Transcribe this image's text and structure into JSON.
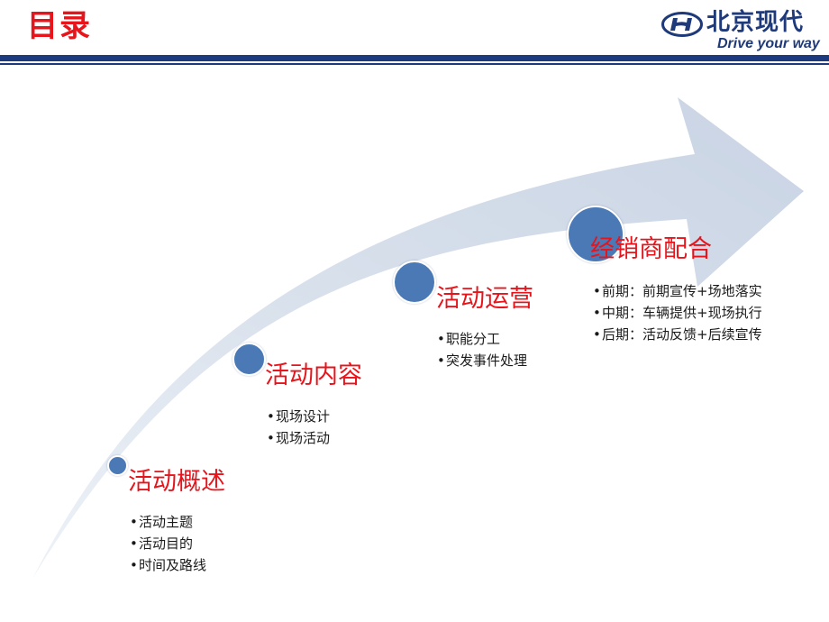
{
  "header": {
    "title": "目录",
    "logo_brand": "北京现代",
    "logo_slogan": "Drive your way"
  },
  "colors": {
    "accent_red": "#e8141b",
    "brand_navy": "#1c3a7d",
    "arrow_fill": "#d2dbe8",
    "node_blue": "#4a79b6"
  },
  "stages": [
    {
      "title": "活动概述",
      "items": [
        "活动主题",
        "活动目的",
        "时间及路线"
      ]
    },
    {
      "title": "活动内容",
      "items": [
        "现场设计",
        "现场活动"
      ]
    },
    {
      "title": "活动运营",
      "items": [
        "职能分工",
        "突发事件处理"
      ]
    },
    {
      "title": "经销商配合",
      "items": [
        "前期：前期宣传+场地落实",
        "中期：车辆提供+现场执行",
        "后期：活动反馈+后续宣传"
      ]
    }
  ]
}
